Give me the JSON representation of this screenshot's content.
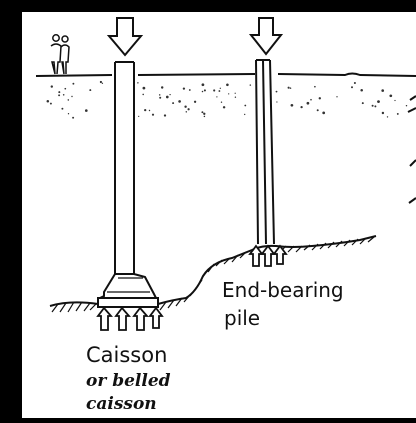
{
  "labels": {
    "caisson_line1": "Caisson",
    "caisson_line2": "or belled",
    "caisson_line3": "caisson",
    "pile_line1": "End-bearing",
    "pile_line2": "pile"
  },
  "colors": {
    "frame": "#000000",
    "paper": "#ffffff",
    "ink": "#111111",
    "speckle": "#333333"
  },
  "icons": {
    "load_arrow": "down-arrow",
    "bearing_arrow": "up-arrow",
    "people": "two-people-silhouette",
    "hatch": "ground-hatch"
  }
}
